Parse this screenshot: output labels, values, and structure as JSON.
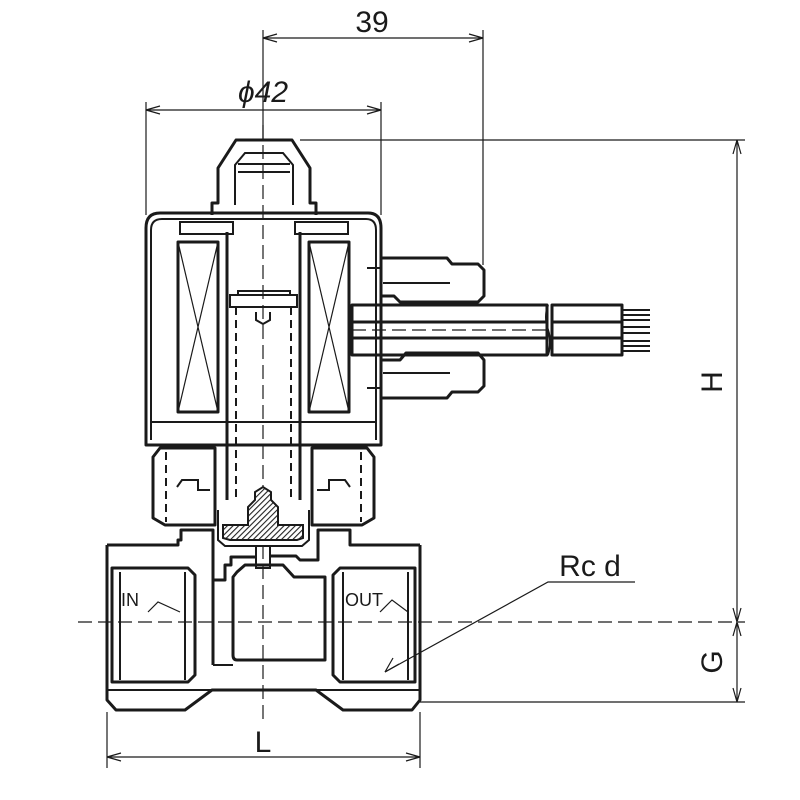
{
  "drawing": {
    "title": "Solenoid valve dimensional drawing",
    "dimensions": {
      "terminal_offset": "39",
      "coil_diameter": "ϕ42",
      "height": "H",
      "port_height": "G",
      "length": "L",
      "port_thread": "Rc d"
    },
    "ports": {
      "inlet": "IN",
      "outlet": "OUT"
    },
    "line_color": "#1a1a1a"
  }
}
